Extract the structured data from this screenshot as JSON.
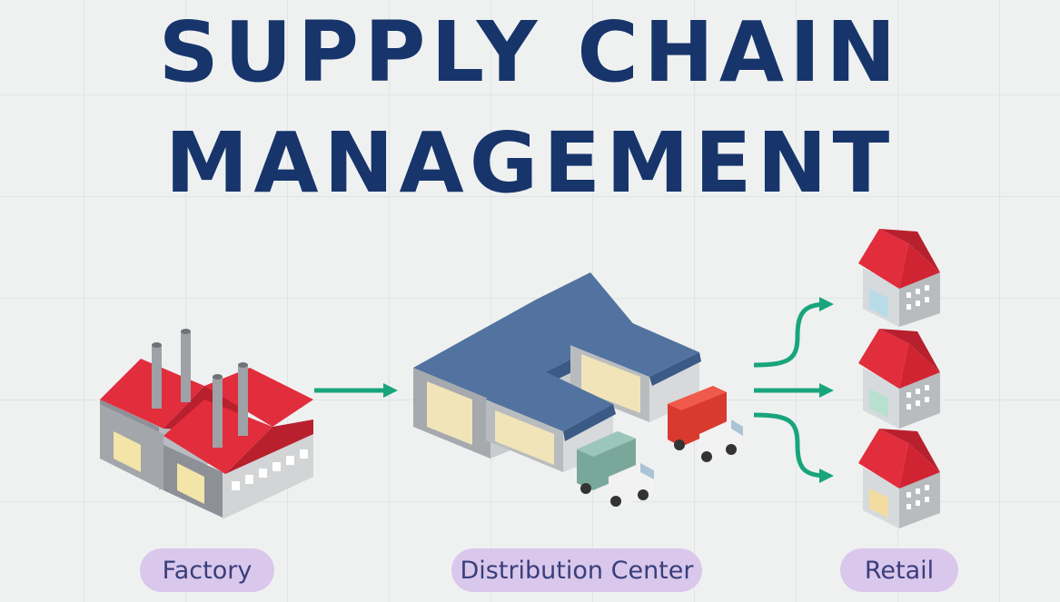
{
  "title": {
    "line1": "SUPPLY CHAIN",
    "line2": "MANAGEMENT"
  },
  "stages": [
    {
      "label": "Factory",
      "icon": "factory-icon"
    },
    {
      "label": "Distribution Center",
      "icon": "warehouse-icon"
    },
    {
      "label": "Retail",
      "icon": "store-icon"
    }
  ],
  "colors": {
    "title": "#17356b",
    "arrow": "#19a57c",
    "pill": "#d9c8ec",
    "roof_red": "#e22d3d",
    "roof_blue": "#52739f"
  }
}
